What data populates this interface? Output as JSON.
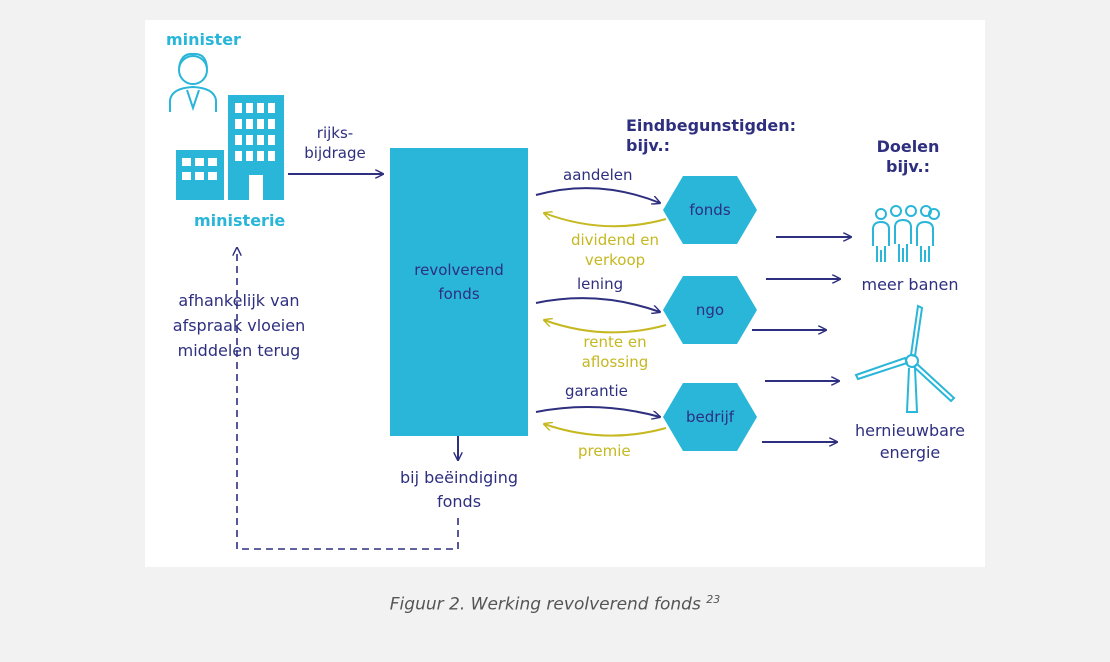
{
  "diagram": {
    "minister": "minister",
    "ministerie": "ministerie",
    "rijksbijdrage_1": "rijks-",
    "rijksbijdrage_2": "bijdrage",
    "fund": [
      "revolverend",
      "fonds"
    ],
    "back_flow": [
      "afhankelijk van",
      "afspraak vloeien",
      "middelen terug"
    ],
    "end_of_fund": [
      "bij beëindiging",
      "fonds"
    ],
    "beneficiaries_header": [
      "Eindbegunstigden:",
      "bijv.:"
    ],
    "goals_header": [
      "Doelen",
      "bijv.:"
    ],
    "instruments": {
      "out": [
        "aandelen",
        "lening",
        "garantie"
      ],
      "in": [
        [
          "dividend en",
          "verkoop"
        ],
        [
          "rente en",
          "aflossing"
        ],
        [
          "premie"
        ]
      ]
    },
    "beneficiaries": [
      "fonds",
      "ngo",
      "bedrijf"
    ],
    "goals": [
      "meer banen",
      [
        "hernieuwbare",
        "energie"
      ]
    ],
    "colors": {
      "navy": "#2e2f7f",
      "cyan": "#29b6d8",
      "gold": "#c5b820"
    }
  },
  "caption": {
    "text": "Figuur 2. Werking revolverend fonds",
    "footnote": "23"
  }
}
